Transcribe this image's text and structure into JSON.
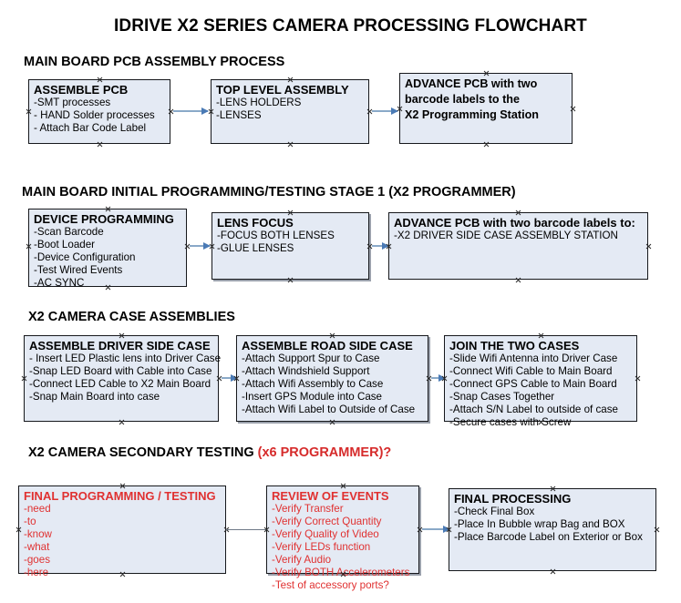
{
  "document": {
    "title": "IDRIVE X2  SERIES CAMERA PROCESSING FLOWCHART"
  },
  "colors": {
    "node_fill": "#e4eaf4",
    "node_border": "#16181c",
    "connector": "#8aa9c8",
    "arrow_head": "#4a7ab5",
    "accent_red": "#e03131",
    "text": "#000000"
  },
  "sections": [
    {
      "heading": "MAIN BOARD PCB ASSEMBLY PROCESS",
      "heading_accent": "",
      "nodes": [
        {
          "header": "ASSEMBLE PCB",
          "items": [
            "-SMT processes",
            "- HAND Solder processes",
            "- Attach Bar Code Label"
          ]
        },
        {
          "header": "TOP LEVEL ASSEMBLY",
          "items": [
            "-LENS HOLDERS",
            "-LENSES"
          ]
        },
        {
          "header": "ADVANCE PCB with two",
          "items": [
            "barcode labels to the",
            " X2 Programming Station"
          ]
        }
      ]
    },
    {
      "heading": "MAIN BOARD INITIAL PROGRAMMING/TESTING STAGE 1 (X2 PROGRAMMER)",
      "heading_accent": "",
      "nodes": [
        {
          "header": "DEVICE PROGRAMMING",
          "items": [
            "-Scan Barcode",
            "-Boot Loader",
            "-Device Configuration",
            "-Test Wired Events",
            "-AC SYNC"
          ]
        },
        {
          "header": "LENS FOCUS",
          "items": [
            "-FOCUS BOTH LENSES",
            "-GLUE LENSES"
          ]
        },
        {
          "header": "ADVANCE PCB with two barcode labels to:",
          "items": [
            "-X2 DRIVER  SIDE  CASE  ASSEMBLY STATION"
          ]
        }
      ]
    },
    {
      "heading": "X2 CAMERA CASE ASSEMBLIES",
      "heading_accent": "",
      "nodes": [
        {
          "header": "ASSEMBLE DRIVER SIDE CASE",
          "items": [
            "- Insert LED Plastic lens into Driver Case",
            "-Snap LED Board with Cable into Case",
            "-Connect LED Cable to X2 Main Board",
            "-Snap Main Board into case"
          ]
        },
        {
          "header": "ASSEMBLE ROAD SIDE CASE",
          "items": [
            "-Attach Support Spur to Case",
            "-Attach Windshield Support",
            "-Attach Wifi Assembly to Case",
            "-Insert GPS Module into Case",
            "-Attach Wifi Label to Outside of Case"
          ]
        },
        {
          "header": "JOIN THE TWO CASES",
          "items": [
            "-Slide Wifi Antenna into Driver Case",
            "-Connect Wifi Cable to Main Board",
            "-Connect GPS Cable to Main Board",
            "-Snap Cases Together",
            "-Attach S/N Label to outside of case",
            "-Secure cases with Screw"
          ]
        }
      ]
    },
    {
      "heading": "X2 CAMERA SECONDARY TESTING ",
      "heading_accent": "(x6 PROGRAMMER)?",
      "nodes": [
        {
          "header": "FINAL PROGRAMMING / TESTING",
          "items": [
            "-need",
            "-to",
            "-know",
            "-what",
            "-goes",
            "-here"
          ]
        },
        {
          "header": "REVIEW OF EVENTS",
          "items": [
            "-Verify Transfer",
            "-Verify Correct Quantity",
            "-Verify Quality of Video",
            "-Verify LEDs function",
            "-Verify Audio",
            "-Verify BOTH Accelerometers",
            "-Test of accessory ports?"
          ]
        },
        {
          "header": "FINAL PROCESSING",
          "items": [
            " -Check Final Box",
            "-Place In Bubble wrap Bag and BOX",
            "-Place Barcode Label on Exterior or Box"
          ]
        }
      ]
    }
  ]
}
